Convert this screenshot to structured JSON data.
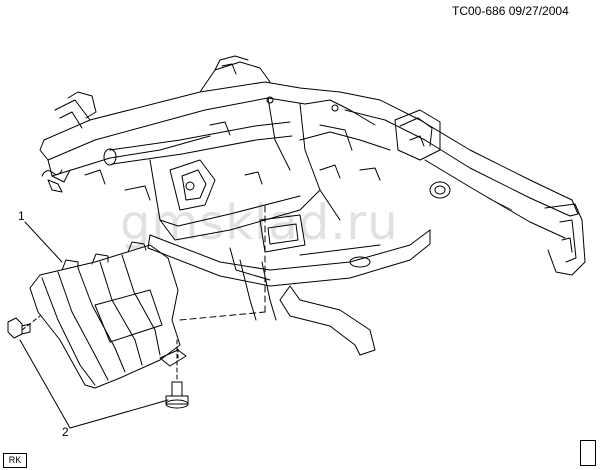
{
  "header": {
    "document_id": "TC00-686 09/27/2004"
  },
  "callouts": {
    "one": "1",
    "two": "2"
  },
  "corner_label": "RK",
  "watermark_text": "gmsklad.ru",
  "colors": {
    "ink": "#000000",
    "background": "#ffffff"
  }
}
